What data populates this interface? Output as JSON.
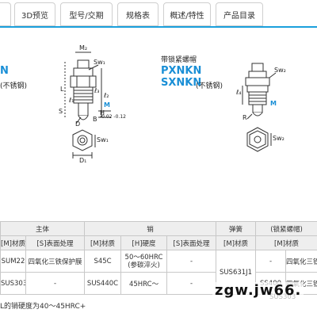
{
  "tabs": [
    "3D预览",
    "型号/交期",
    "规格表",
    "概述/特性",
    "产品目录"
  ],
  "left_labels": {
    "m": "M",
    "m2": "M₂",
    "sw1": "Sw₁",
    "l": "L",
    "l1": "ℓ₁",
    "l2": "ℓ₂",
    "l3": "ℓ₃",
    "s": "S",
    "h": "H",
    "m_blue": "M",
    "b": "B",
    "b_tol": "-0.02 -0.12",
    "d": "D",
    "sw1b": "Sw₁",
    "d1": "D₁",
    "stainless": "(不锈钢)"
  },
  "right_labels": {
    "heading": "带锁紧螺帽",
    "pxnkn": "PXNKN",
    "sxnkn": "SXNKN",
    "stainless": "(不锈钢)",
    "sw2": "Sw₂",
    "l4": "ℓ₄",
    "m_blue": "M",
    "r": "R",
    "sw2b": "Sw₂"
  },
  "table": {
    "group_row": [
      "主体",
      "销",
      "弹簧",
      "(锁紧螺帽)"
    ],
    "header_row": [
      "[M]材质",
      "[S]表面处理",
      "[M]材质",
      "[H]硬度",
      "[S]表面处理",
      "[M]材质",
      "[M]材质"
    ],
    "row1": [
      "SUM22",
      "四氧化三铁保护膜",
      "S45C",
      "50～60HRC (参碳淬火)",
      "-",
      "SUS631J1",
      "-",
      "四氧化三铁"
    ],
    "row2": [
      "SUS303",
      "-",
      "SUS440C",
      "45HRC～",
      "-",
      "SS400",
      "四氧化三铁"
    ],
    "row3": [
      "SUS303"
    ]
  },
  "footnote": "L的销硬度为40～45HRC+",
  "watermark": "zgw.jw66."
}
